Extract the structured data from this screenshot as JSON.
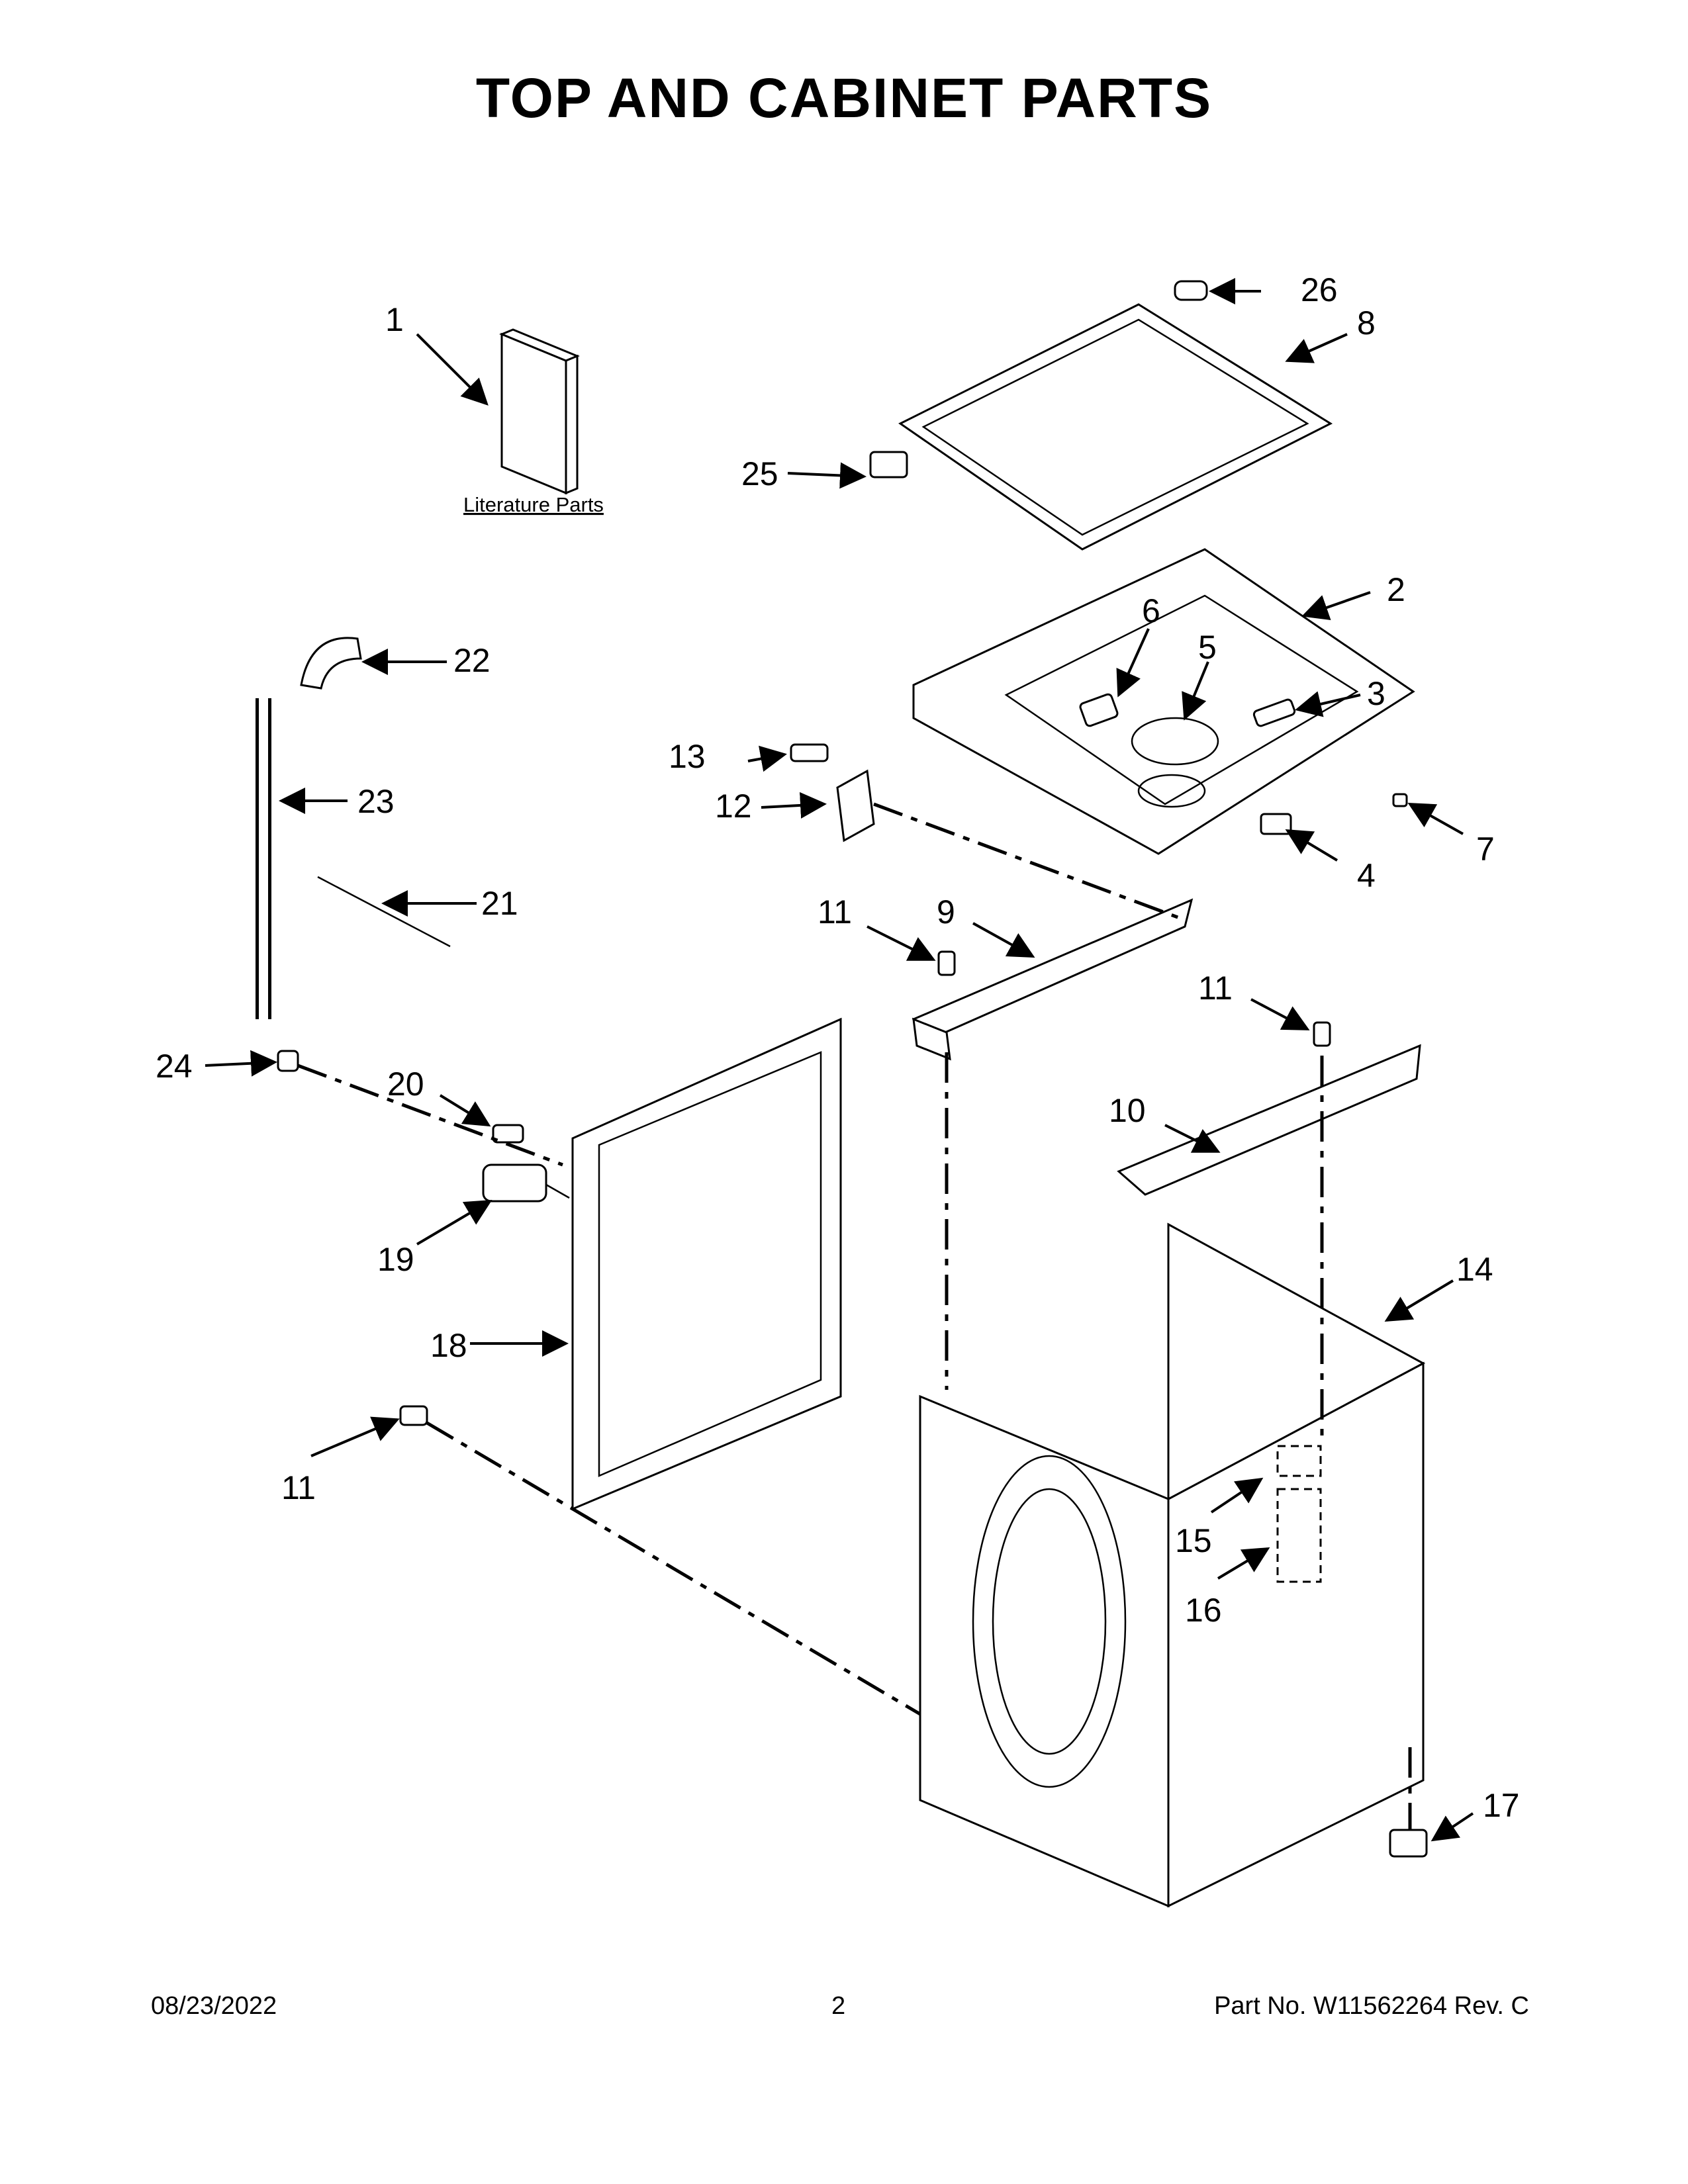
{
  "title": "TOP AND CABINET PARTS",
  "literature_caption": "Literature Parts",
  "callouts": {
    "c1": "1",
    "c2": "2",
    "c3": "3",
    "c4": "4",
    "c5": "5",
    "c6": "6",
    "c7": "7",
    "c8": "8",
    "c9": "9",
    "c10": "10",
    "c11a": "11",
    "c11b": "11",
    "c11c": "11",
    "c12": "12",
    "c13": "13",
    "c14": "14",
    "c15": "15",
    "c16": "16",
    "c17": "17",
    "c18": "18",
    "c19": "19",
    "c20": "20",
    "c21": "21",
    "c22": "22",
    "c23": "23",
    "c24": "24",
    "c25": "25",
    "c26": "26"
  },
  "footer": {
    "date": "08/23/2022",
    "page": "2",
    "part": "Part No.  W11562264  Rev.  C"
  }
}
